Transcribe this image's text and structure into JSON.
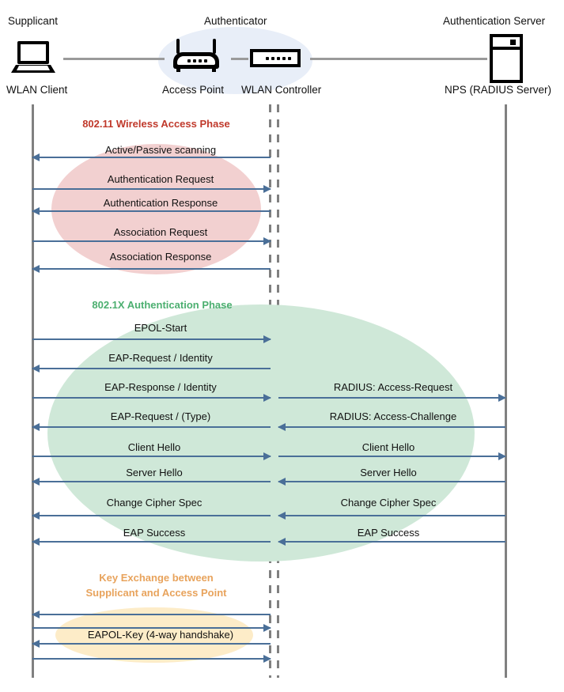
{
  "diagram": {
    "title": "802.1X / EAP WLAN authentication sequence",
    "colors": {
      "arrow": "#4a6f98",
      "lifeline": "#808080",
      "authenticator_ellipse": "#e8eef8",
      "phase1_blob": "#f2d0d0",
      "phase1_title": "#c0392b",
      "phase2_blob": "#cfe8d8",
      "phase2_title": "#4caf70",
      "phase3_blob": "#fdecc8",
      "phase3_title": "#e8a35c"
    }
  },
  "actors": [
    {
      "role": "Supplicant",
      "device": "WLAN Client",
      "icon": "laptop-icon"
    },
    {
      "role": "Authenticator",
      "device": "Access Point",
      "icon": "access-point-icon"
    },
    {
      "role": "",
      "device": "WLAN Controller",
      "icon": "wlan-controller-icon"
    },
    {
      "role": "Authentication Server",
      "device": "NPS (RADIUS Server)",
      "icon": "server-icon"
    }
  ],
  "phases": [
    {
      "id": "wireless-access",
      "title": "802.11 Wireless Access Phase",
      "messages": [
        {
          "label": "Active/Passive scanning",
          "dir": "left"
        },
        {
          "label": "Authentication Request",
          "dir": "right"
        },
        {
          "label": "Authentication Response",
          "dir": "left"
        },
        {
          "label": "Association Request",
          "dir": "right"
        },
        {
          "label": "Association Response",
          "dir": "left"
        }
      ]
    },
    {
      "id": "dot1x-authentication",
      "title": "802.1X Authentication Phase",
      "messages_left": [
        {
          "label": "EPOL-Start",
          "dir": "right"
        },
        {
          "label": "EAP-Request / Identity",
          "dir": "left"
        },
        {
          "label": "EAP-Response / Identity",
          "dir": "right"
        },
        {
          "label": "EAP-Request / (Type)",
          "dir": "left"
        },
        {
          "label": "Client Hello",
          "dir": "right"
        },
        {
          "label": "Server Hello",
          "dir": "left"
        },
        {
          "label": "Change Cipher Spec",
          "dir": "left"
        },
        {
          "label": "EAP Success",
          "dir": "left"
        }
      ],
      "messages_right": [
        {
          "label": "RADIUS: Access-Request",
          "dir": "right"
        },
        {
          "label": "RADIUS: Access-Challenge",
          "dir": "left"
        },
        {
          "label": "Client Hello",
          "dir": "right"
        },
        {
          "label": "Server Hello",
          "dir": "left"
        },
        {
          "label": "Change Cipher Spec",
          "dir": "left"
        },
        {
          "label": "EAP Success",
          "dir": "left"
        }
      ]
    },
    {
      "id": "key-exchange",
      "title": "Key Exchange between\nSupplicant and Access Point",
      "center_label": "EAPOL-Key (4-way handshake)",
      "messages": [
        {
          "label": "",
          "dir": "left"
        },
        {
          "label": "",
          "dir": "right"
        },
        {
          "label": "",
          "dir": "left"
        },
        {
          "label": "",
          "dir": "right"
        }
      ]
    }
  ]
}
